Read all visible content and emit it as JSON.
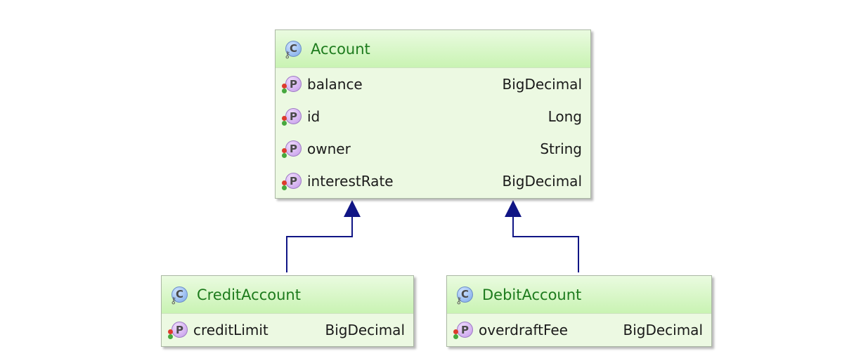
{
  "classes": {
    "account": {
      "name": "Account",
      "icon": "class-icon",
      "fields": [
        {
          "name": "balance",
          "type": "BigDecimal"
        },
        {
          "name": "id",
          "type": "Long"
        },
        {
          "name": "owner",
          "type": "String"
        },
        {
          "name": "interestRate",
          "type": "BigDecimal"
        }
      ]
    },
    "credit": {
      "name": "CreditAccount",
      "icon": "class-icon",
      "fields": [
        {
          "name": "creditLimit",
          "type": "BigDecimal"
        }
      ]
    },
    "debit": {
      "name": "DebitAccount",
      "icon": "class-icon",
      "fields": [
        {
          "name": "overdraftFee",
          "type": "BigDecimal"
        }
      ]
    }
  },
  "relations": [
    {
      "from": "CreditAccount",
      "to": "Account",
      "kind": "inheritance"
    },
    {
      "from": "DebitAccount",
      "to": "Account",
      "kind": "inheritance"
    }
  ],
  "colors": {
    "class_name": "#1d7b1d",
    "arrow": "#101585",
    "body": "#ecf9e2"
  }
}
